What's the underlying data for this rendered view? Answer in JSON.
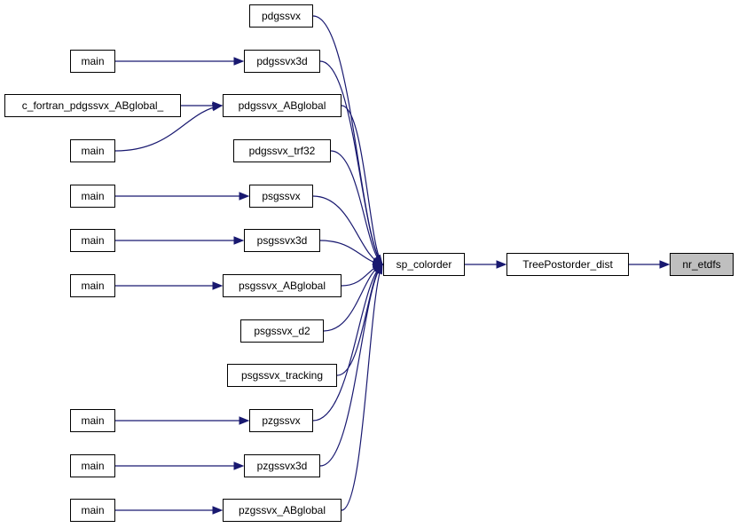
{
  "graph": {
    "colors": {
      "edge": "#191970",
      "node_border": "#000000",
      "node_fill": "#ffffff",
      "current_fill": "#bfbfbf"
    },
    "nodes": {
      "nr_etdfs": "nr_etdfs",
      "treepostorder_dist": "TreePostorder_dist",
      "sp_colorder": "sp_colorder",
      "pdgssvx": "pdgssvx",
      "pdgssvx3d": "pdgssvx3d",
      "pdgssvx_abglobal": "pdgssvx_ABglobal",
      "pdgssvx_trf32": "pdgssvx_trf32",
      "psgssvx": "psgssvx",
      "psgssvx3d": "psgssvx3d",
      "psgssvx_abglobal": "psgssvx_ABglobal",
      "psgssvx_d2": "psgssvx_d2",
      "psgssvx_tracking": "psgssvx_tracking",
      "pzgssvx": "pzgssvx",
      "pzgssvx3d": "pzgssvx3d",
      "pzgssvx_abglobal": "pzgssvx_ABglobal",
      "c_fortran_pdgssvx_abglobal": "c_fortran_pdgssvx_ABglobal_",
      "main_pdgssvx3d": "main",
      "main_pdgssvx_abglobal": "main",
      "main_psgssvx": "main",
      "main_psgssvx3d": "main",
      "main_psgssvx_abglobal": "main",
      "main_pzgssvx": "main",
      "main_pzgssvx3d": "main",
      "main_pzgssvx_abglobal": "main"
    },
    "current_node": "nr_etdfs",
    "edges": [
      [
        "treepostorder_dist",
        "nr_etdfs"
      ],
      [
        "sp_colorder",
        "treepostorder_dist"
      ],
      [
        "pdgssvx",
        "sp_colorder"
      ],
      [
        "pdgssvx3d",
        "sp_colorder"
      ],
      [
        "pdgssvx_abglobal",
        "sp_colorder"
      ],
      [
        "pdgssvx_trf32",
        "sp_colorder"
      ],
      [
        "psgssvx",
        "sp_colorder"
      ],
      [
        "psgssvx3d",
        "sp_colorder"
      ],
      [
        "psgssvx_abglobal",
        "sp_colorder"
      ],
      [
        "psgssvx_d2",
        "sp_colorder"
      ],
      [
        "psgssvx_tracking",
        "sp_colorder"
      ],
      [
        "pzgssvx",
        "sp_colorder"
      ],
      [
        "pzgssvx3d",
        "sp_colorder"
      ],
      [
        "pzgssvx_abglobal",
        "sp_colorder"
      ],
      [
        "main_pdgssvx3d",
        "pdgssvx3d"
      ],
      [
        "c_fortran_pdgssvx_abglobal",
        "pdgssvx_abglobal"
      ],
      [
        "main_pdgssvx_abglobal",
        "pdgssvx_abglobal"
      ],
      [
        "main_psgssvx",
        "psgssvx"
      ],
      [
        "main_psgssvx3d",
        "psgssvx3d"
      ],
      [
        "main_psgssvx_abglobal",
        "psgssvx_abglobal"
      ],
      [
        "main_pzgssvx",
        "pzgssvx"
      ],
      [
        "main_pzgssvx3d",
        "pzgssvx3d"
      ],
      [
        "main_pzgssvx_abglobal",
        "pzgssvx_abglobal"
      ]
    ]
  }
}
